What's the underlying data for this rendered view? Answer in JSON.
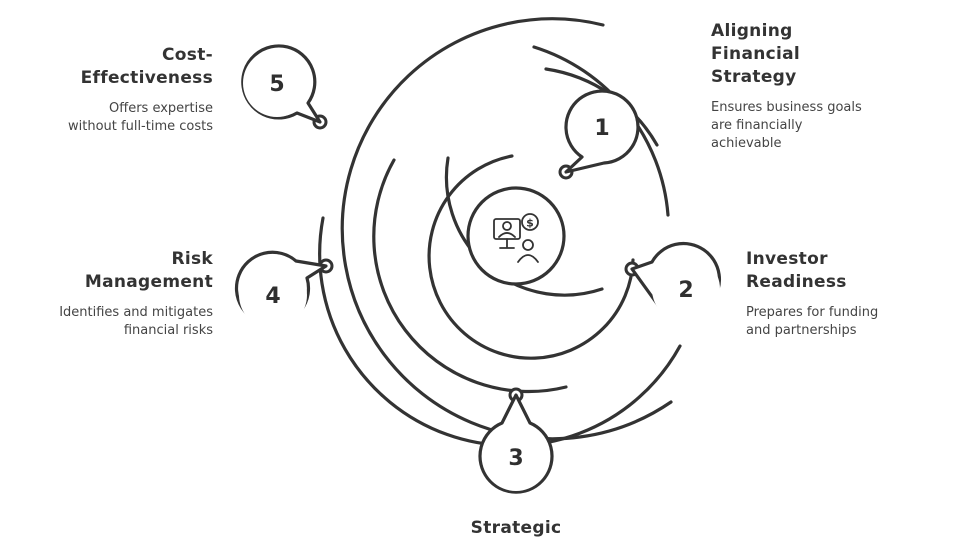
{
  "items": [
    {
      "number": "1",
      "title": "Aligning\nFinancial\nStrategy",
      "description": "Ensures business goals\nare financially\nachievable"
    },
    {
      "number": "2",
      "title": "Investor\nReadiness",
      "description": "Prepares for funding\nand partnerships"
    },
    {
      "number": "3",
      "title": "Strategic",
      "description": ""
    },
    {
      "number": "4",
      "title": "Risk\nManagement",
      "description": "Identifies and mitigates\nfinancial risks"
    },
    {
      "number": "5",
      "title": "Cost-\nEffectiveness",
      "description": "Offers expertise\nwithout full-time costs"
    }
  ],
  "center": {
    "icon": "financial-advisor-icon"
  },
  "colors": {
    "stroke": "#333333",
    "text": "#2f2f2f",
    "background": "#ffffff"
  }
}
